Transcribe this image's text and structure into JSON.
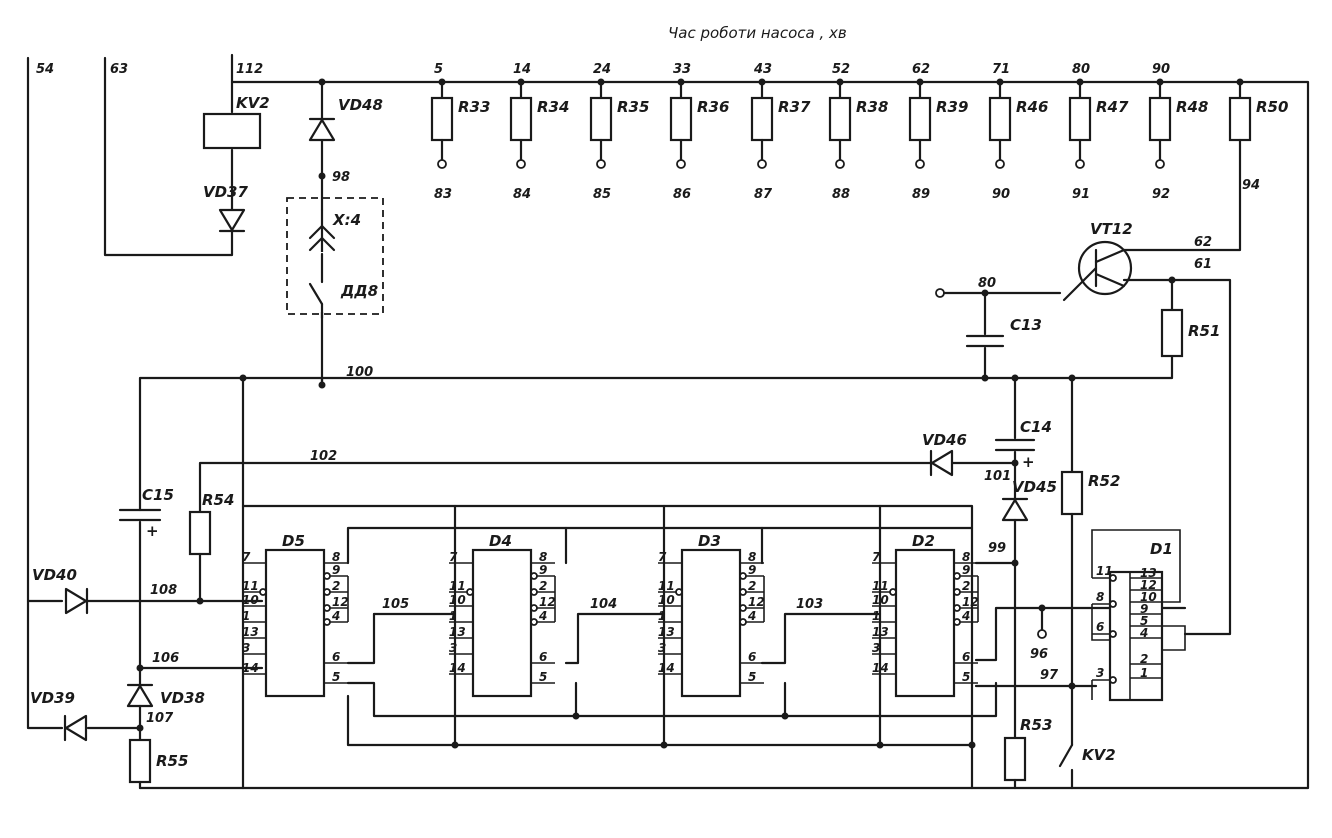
{
  "title": "Час роботи насоса , хв",
  "top_minutes": [
    "5",
    "14",
    "24",
    "33",
    "43",
    "52",
    "62",
    "71",
    "80",
    "90"
  ],
  "top_resistors": [
    "R33",
    "R34",
    "R35",
    "R36",
    "R37",
    "R38",
    "R39",
    "R46",
    "R47",
    "R48",
    "R50"
  ],
  "resistor_terminals": [
    "83",
    "84",
    "85",
    "86",
    "87",
    "88",
    "89",
    "90",
    "91",
    "92",
    "94"
  ],
  "nodes": {
    "n54": "54",
    "n63": "63",
    "n112": "112",
    "n98": "98",
    "n100": "100",
    "n102": "102",
    "n108": "108",
    "n106": "106",
    "n107": "107",
    "n105": "105",
    "n104": "104",
    "n103": "103",
    "n99": "99",
    "n101": "101",
    "n97": "97",
    "n96": "96",
    "n80": "80",
    "n62": "62",
    "n61": "61"
  },
  "components": {
    "kv2_relay": "KV2",
    "kv2_contact": "KV2",
    "vd48": "VD48",
    "vd37": "VD37",
    "vd46": "VD46",
    "vd45": "VD45",
    "vd40": "VD40",
    "vd39": "VD39",
    "vd38": "VD38",
    "connector": "X:4",
    "sensor": "ДД8",
    "vt12": "VT12",
    "c13": "C13",
    "c14": "C14",
    "c15": "C15",
    "r51": "R51",
    "r52": "R52",
    "r53": "R53",
    "r54": "R54",
    "r55": "R55"
  },
  "chips": [
    {
      "name": "D5",
      "left_pins": [
        "7",
        "11",
        "10",
        "1",
        "13",
        "3",
        "14"
      ],
      "right_pins": [
        "8",
        "9",
        "2",
        "12",
        "4",
        "6",
        "5"
      ]
    },
    {
      "name": "D4",
      "left_pins": [
        "7",
        "11",
        "10",
        "1",
        "13",
        "3",
        "14"
      ],
      "right_pins": [
        "8",
        "9",
        "2",
        "12",
        "4",
        "6",
        "5"
      ]
    },
    {
      "name": "D3",
      "left_pins": [
        "7",
        "11",
        "10",
        "1",
        "13",
        "3",
        "14"
      ],
      "right_pins": [
        "8",
        "9",
        "2",
        "12",
        "4",
        "6",
        "5"
      ]
    },
    {
      "name": "D2",
      "left_pins": [
        "7",
        "11",
        "10",
        "1",
        "13",
        "3",
        "14"
      ],
      "right_pins": [
        "8",
        "9",
        "2",
        "12",
        "4",
        "6",
        "5"
      ]
    }
  ],
  "d1": {
    "name": "D1",
    "left_pins": [
      "11",
      "8",
      "6",
      "3"
    ],
    "right_pins": [
      "13",
      "12",
      "10",
      "9",
      "5",
      "4",
      "2",
      "1"
    ]
  }
}
